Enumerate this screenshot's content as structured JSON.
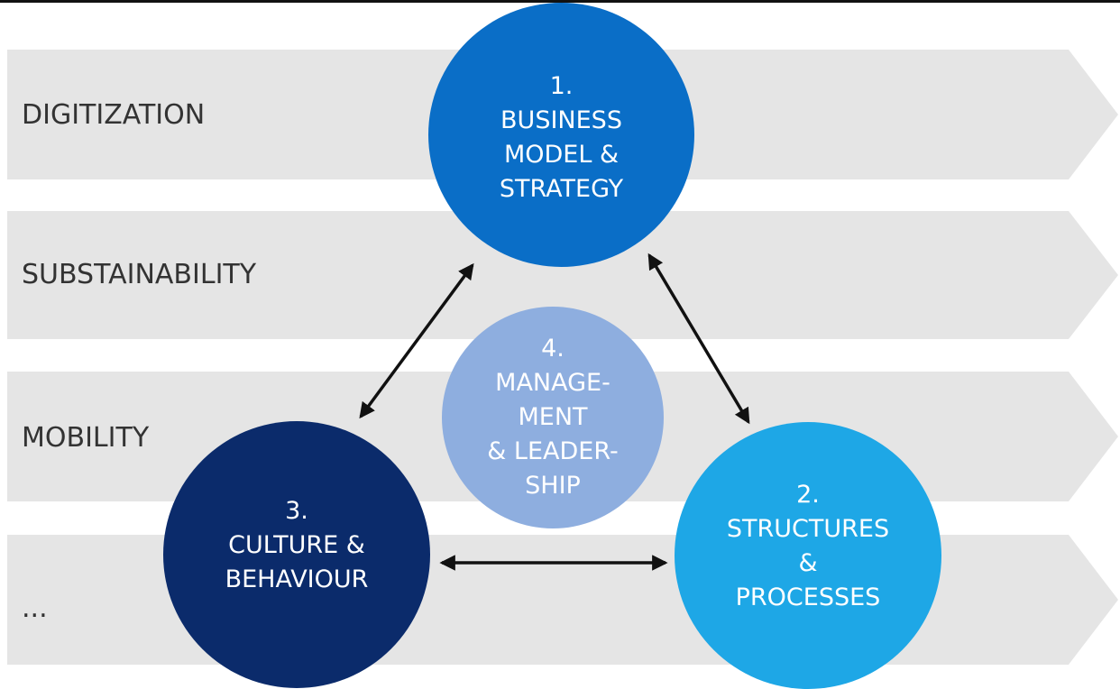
{
  "bands": [
    {
      "label": "DIGITIZATION"
    },
    {
      "label": "SUBSTAINABILITY"
    },
    {
      "label": "MOBILITY"
    },
    {
      "label": "..."
    }
  ],
  "circles": {
    "business_model": {
      "lines": [
        "1.",
        "BUSINESS",
        "MODEL &",
        "STRATEGY"
      ],
      "color": "#0a6ec7"
    },
    "structures": {
      "lines": [
        "2.",
        "STRUCTURES",
        "&",
        "PROCESSES"
      ],
      "color": "#1ea7e6"
    },
    "culture": {
      "lines": [
        "3.",
        "CULTURE &",
        "BEHAVIOUR"
      ],
      "color": "#0b2b6b"
    },
    "management": {
      "lines": [
        "4.",
        "MANAGE-",
        "MENT",
        "& LEADER-",
        "SHIP"
      ],
      "color": "#8eaedf"
    }
  },
  "colors": {
    "band": "#e5e5e5",
    "arrow": "#111111",
    "label_text": "#333333"
  }
}
